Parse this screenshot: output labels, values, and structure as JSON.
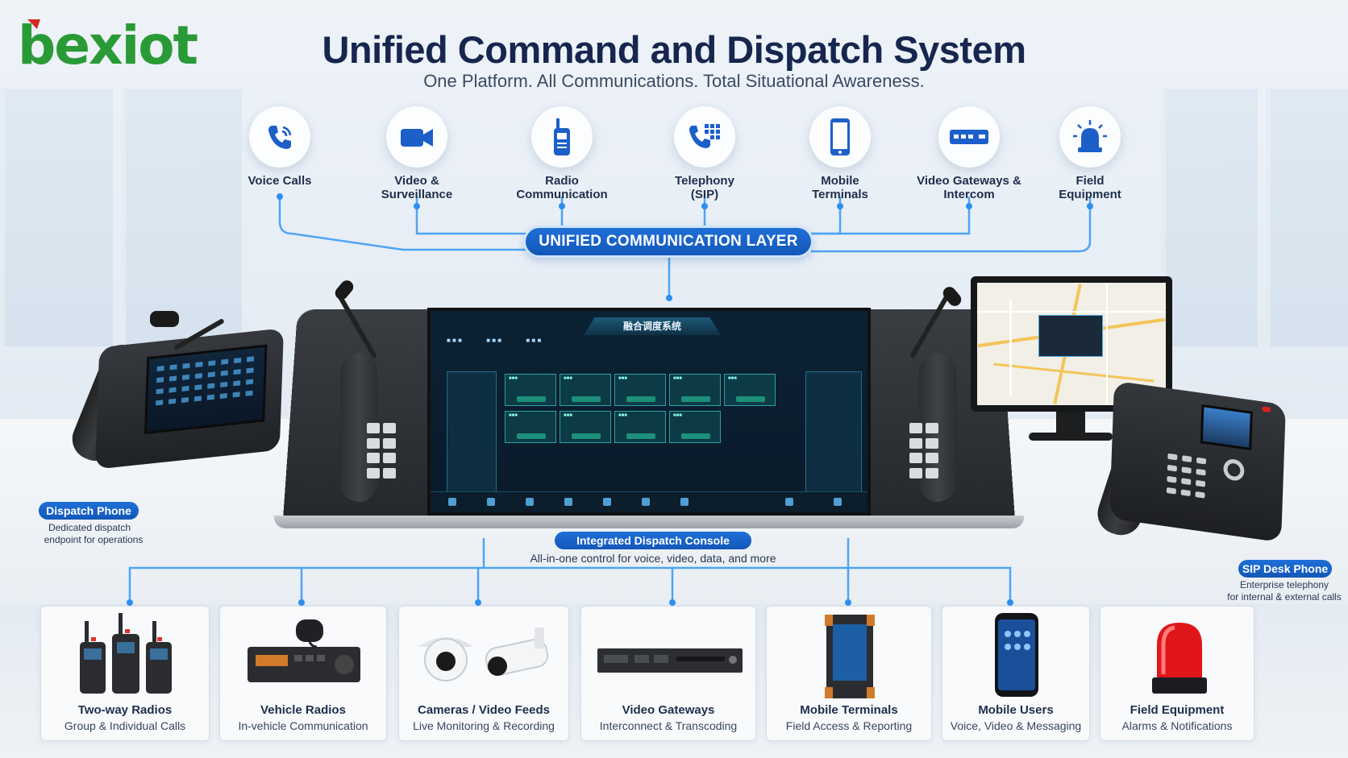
{
  "brand": {
    "logo_text": "bexiot",
    "brand_green": "#2a9a36",
    "brand_red": "#d42b20"
  },
  "header": {
    "title": "Unified Command and Dispatch System",
    "subtitle": "One Platform. All Communications. Total Situational Awareness."
  },
  "top_sources": [
    {
      "label": "Voice Calls",
      "icon": "phone-call-icon"
    },
    {
      "label": "Video & Surveillance",
      "icon": "video-camera-icon"
    },
    {
      "label": "Radio Communication",
      "icon": "walkie-talkie-icon"
    },
    {
      "label": "Telephony (SIP)",
      "icon": "phone-keypad-icon"
    },
    {
      "label": "Mobile Terminals",
      "icon": "smartphone-icon"
    },
    {
      "label": "Video Gateways & Intercom",
      "icon": "gateway-device-icon"
    },
    {
      "label": "Field Equipment",
      "icon": "alarm-beacon-icon"
    }
  ],
  "layer_label": "UNIFIED COMMUNICATION LAYER",
  "console": {
    "pill": "Integrated Dispatch Console",
    "caption": "All-in-one control for voice, video, data, and more",
    "screen_title": "融合调度系统"
  },
  "dispatch_phone": {
    "pill": "Dispatch Phone",
    "caption_line1": "Dedicated dispatch",
    "caption_line2": "endpoint for operations"
  },
  "sip_phone": {
    "pill": "SIP Desk Phone",
    "caption_line1": "Enterprise telephony",
    "caption_line2": "for internal & external calls"
  },
  "endpoints": [
    {
      "title": "Two-way Radios",
      "subtitle": "Group & Individual Calls"
    },
    {
      "title": "Vehicle Radios",
      "subtitle": "In-vehicle Communication"
    },
    {
      "title": "Cameras / Video Feeds",
      "subtitle": "Live Monitoring & Recording"
    },
    {
      "title": "Video Gateways",
      "subtitle": "Interconnect & Transcoding"
    },
    {
      "title": "Mobile Terminals",
      "subtitle": "Field Access & Reporting"
    },
    {
      "title": "Mobile Users",
      "subtitle": "Voice, Video & Messaging"
    },
    {
      "title": "Field Equipment",
      "subtitle": "Alarms & Notifications"
    }
  ],
  "colors": {
    "accent_blue": "#1f6fd8",
    "line_blue": "#3d9cf5",
    "title_navy": "#16264f"
  }
}
